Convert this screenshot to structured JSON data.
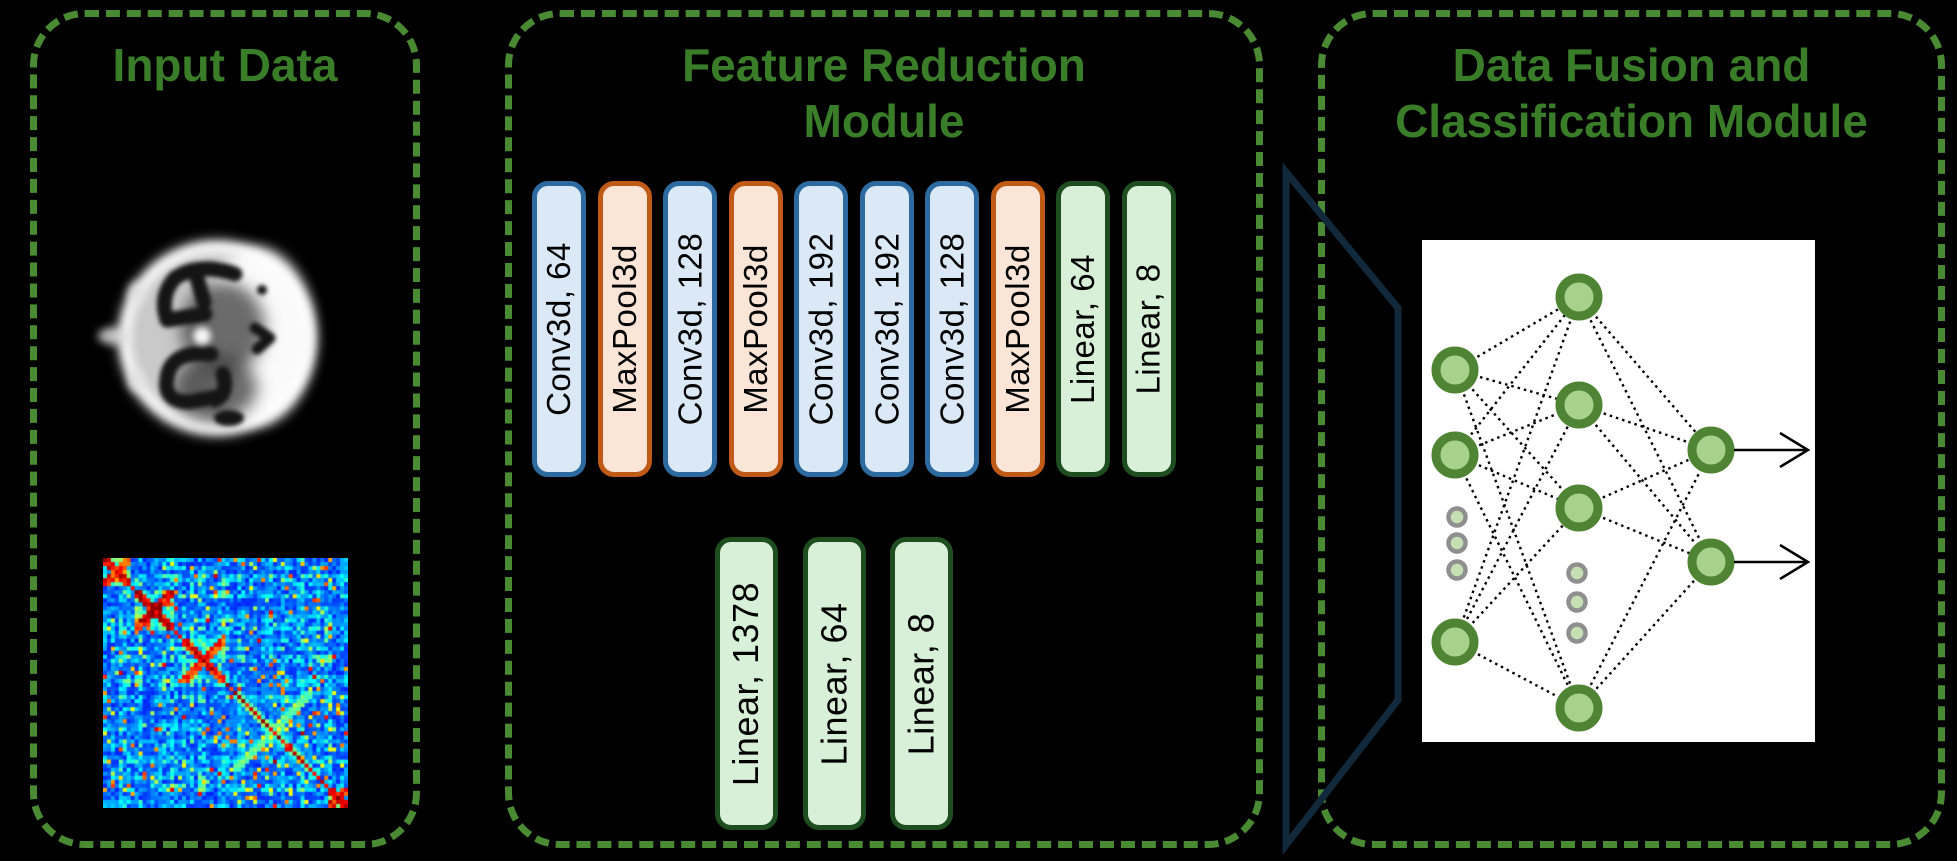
{
  "colors": {
    "background": "#000000",
    "module_border": "#4a8a33",
    "module_title": "#3a7d28",
    "conv_fill": "#dbe9f6",
    "conv_border": "#2c6aa0",
    "pool_fill": "#fbe5d6",
    "pool_border": "#bf5a17",
    "linear_fill": "#d8f0d8",
    "linear_border": "#1e4d20",
    "node_fill": "#a9d18e",
    "node_border": "#4e8434",
    "ellipsis_fill": "#c6e0b4",
    "ellipsis_border": "#8f8f8f",
    "funnel_stroke": "#12293b",
    "connection_color": "#000000"
  },
  "modules": {
    "input_data": {
      "title": "Input Data",
      "images": [
        {
          "name": "brain-scan",
          "description": "grayscale axial brain PET/MRI slice"
        },
        {
          "name": "connectivity-matrix",
          "description": "functional connectivity heatmap, jet colormap"
        }
      ]
    },
    "feature_reduction": {
      "title_line1": "Feature Reduction",
      "title_line2": "Module",
      "top_layers": [
        {
          "label": "Conv3d, 64",
          "type": "conv"
        },
        {
          "label": "MaxPool3d",
          "type": "pool"
        },
        {
          "label": "Conv3d, 128",
          "type": "conv"
        },
        {
          "label": "MaxPool3d",
          "type": "pool"
        },
        {
          "label": "Conv3d, 192",
          "type": "conv"
        },
        {
          "label": "Conv3d, 192",
          "type": "conv"
        },
        {
          "label": "Conv3d, 128",
          "type": "conv"
        },
        {
          "label": "MaxPool3d",
          "type": "pool"
        },
        {
          "label": "Linear, 64",
          "type": "linear"
        },
        {
          "label": "Linear, 8",
          "type": "linear"
        }
      ],
      "bottom_layers": [
        {
          "label": "Linear, 1378",
          "type": "linear"
        },
        {
          "label": "Linear, 64",
          "type": "linear"
        },
        {
          "label": "Linear, 8",
          "type": "linear"
        }
      ]
    },
    "fusion": {
      "title_line1": "Data Fusion and",
      "title_line2": "Classification Module",
      "network": {
        "input_nodes": 3,
        "input_ellipsis_dots": 3,
        "hidden_nodes": 4,
        "hidden_ellipsis_dots": 3,
        "output_nodes": 2,
        "output_arrows": 2
      }
    }
  }
}
